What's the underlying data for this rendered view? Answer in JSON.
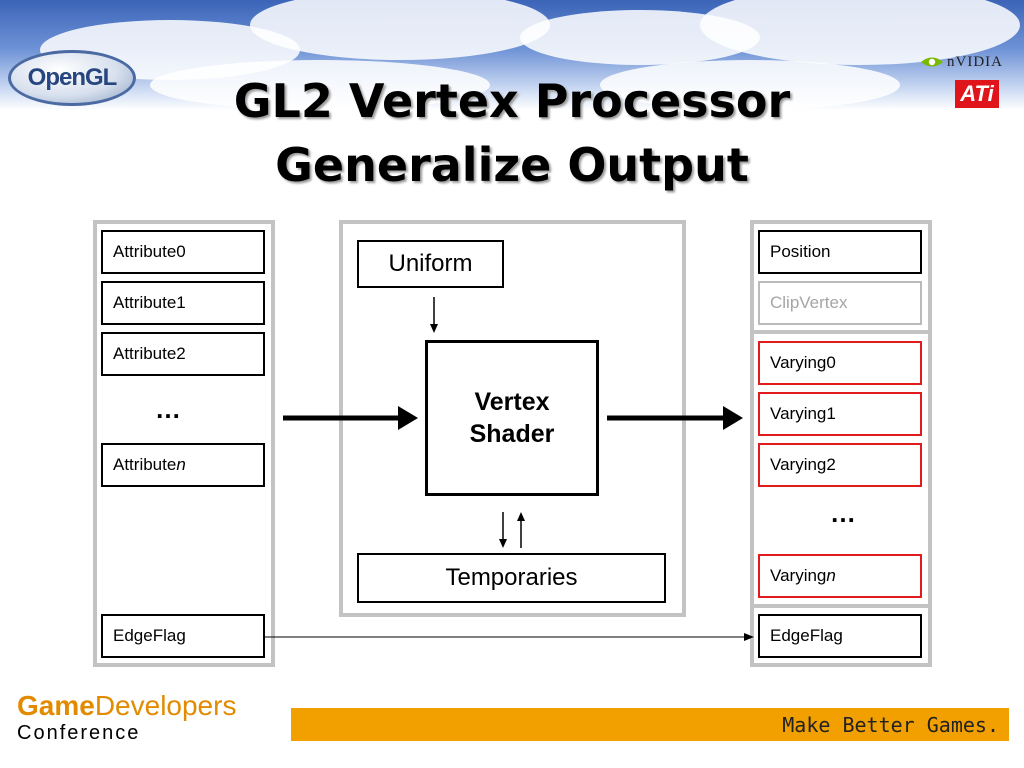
{
  "branding": {
    "opengl_logo": "OpenGL",
    "nvidia_logo": "nVIDIA",
    "ati_logo": "ATi"
  },
  "title": {
    "line1": "GL2 Vertex Processor",
    "line2": "Generalize Output"
  },
  "inputs": {
    "attribute0": "Attribute0",
    "attribute1": "Attribute1",
    "attribute2": "Attribute2",
    "ellipsis": "…",
    "attribute_n_prefix": "Attribute",
    "attribute_n_suffix": "n",
    "edgeflag": "EdgeFlag"
  },
  "processor": {
    "uniform": "Uniform",
    "shader_line1": "Vertex",
    "shader_line2": "Shader",
    "temporaries": "Temporaries"
  },
  "outputs": {
    "position": "Position",
    "clipvertex": "ClipVertex",
    "varying0": "Varying0",
    "varying1": "Varying1",
    "varying2": "Varying2",
    "ellipsis": "…",
    "varying_n_prefix": "Varying",
    "varying_n_suffix": "n",
    "edgeflag": "EdgeFlag"
  },
  "footer": {
    "gdc_game": "Game",
    "gdc_developers": "Developers",
    "gdc_conference": "Conference",
    "slogan": "Make Better Games."
  },
  "colors": {
    "varying_border": "#e21c1c",
    "banner": "#f1a000",
    "panel_border": "#c3c3c3"
  }
}
